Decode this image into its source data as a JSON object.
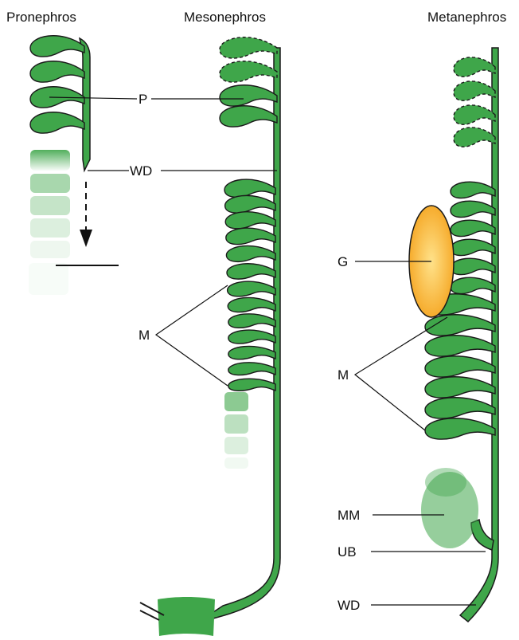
{
  "titles": {
    "pronephros": "Pronephros",
    "mesonephros": "Mesonephros",
    "metanephros": "Metanephros"
  },
  "labels": {
    "p": "P",
    "wd_top": "WD",
    "m_meso": "M",
    "g": "G",
    "m_meta": "M",
    "mm": "MM",
    "ub": "UB",
    "wd_bottom": "WD"
  },
  "colors": {
    "tissue_green": "#3fa64a",
    "outline": "#1a1a1a",
    "gonad_orange": "#f5a623",
    "gonad_light": "#ffe28a"
  }
}
